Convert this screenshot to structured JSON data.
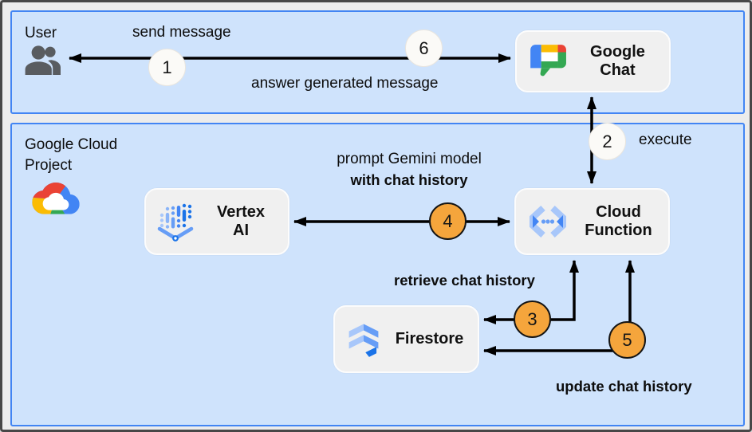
{
  "zones": {
    "gcp": {
      "label": "Google Cloud Project"
    }
  },
  "nodes": {
    "user": {
      "label": "User"
    },
    "google_chat": {
      "label": "Google Chat"
    },
    "vertex_ai": {
      "label": "Vertex AI"
    },
    "cloud_function": {
      "label": "Cloud Function"
    },
    "firestore": {
      "label": "Firestore"
    }
  },
  "edges": {
    "send_message": {
      "label": "send message",
      "step": "1"
    },
    "answer_generated": {
      "label": "answer generated message",
      "step": "6"
    },
    "execute": {
      "label": "execute",
      "step": "2"
    },
    "prompt_gemini": {
      "label": "prompt Gemini model",
      "label_bold": "with chat history",
      "step": "4"
    },
    "retrieve_history": {
      "label": "retrieve chat history",
      "step": "3"
    },
    "update_history": {
      "label": "update chat history",
      "step": "5"
    }
  },
  "icons": {
    "user": "people-icon",
    "google_cloud": "google-cloud-logo",
    "google_chat": "google-chat-logo",
    "vertex_ai": "vertex-ai-icon",
    "cloud_function": "cloud-functions-icon",
    "firestore": "firestore-icon"
  },
  "colors": {
    "zone_fill": "#CFE3FC",
    "zone_border": "#4285F4",
    "node_fill": "#F0F0F0",
    "arrow": "#000000",
    "step_neutral_fill": "#FBFAF7",
    "step_accent_fill": "#F5A53C",
    "google_blue": "#4285F4",
    "google_red": "#EA4335",
    "google_yellow": "#FBBC04",
    "google_green": "#34A853",
    "icon_blue_light": "#A8C7FA",
    "icon_blue_mid": "#669DF6",
    "icon_blue_dark": "#1A73E8"
  }
}
